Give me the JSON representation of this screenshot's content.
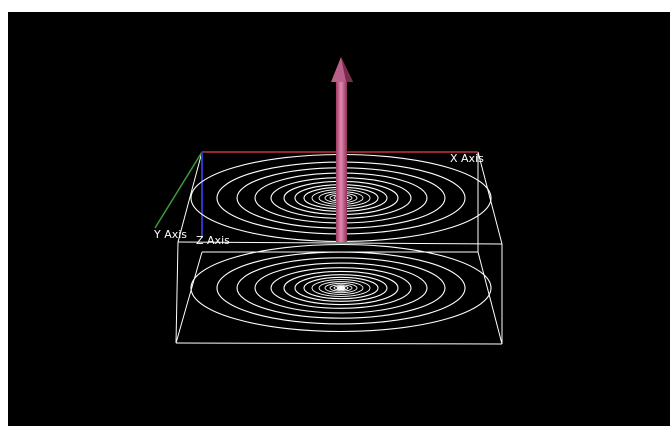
{
  "scene": {
    "background": "#000000",
    "axes": {
      "x_label": "X Axis",
      "y_label": "Y Axis",
      "z_label": "Z Axis",
      "x_color": "#c8323c",
      "y_color": "#3c9b3c",
      "z_color": "#3232c8"
    },
    "box_color": "#ffffff",
    "contour_color": "#ffffff",
    "vector_color": "#c85a82",
    "contour_planes": [
      "upper",
      "lower"
    ]
  }
}
